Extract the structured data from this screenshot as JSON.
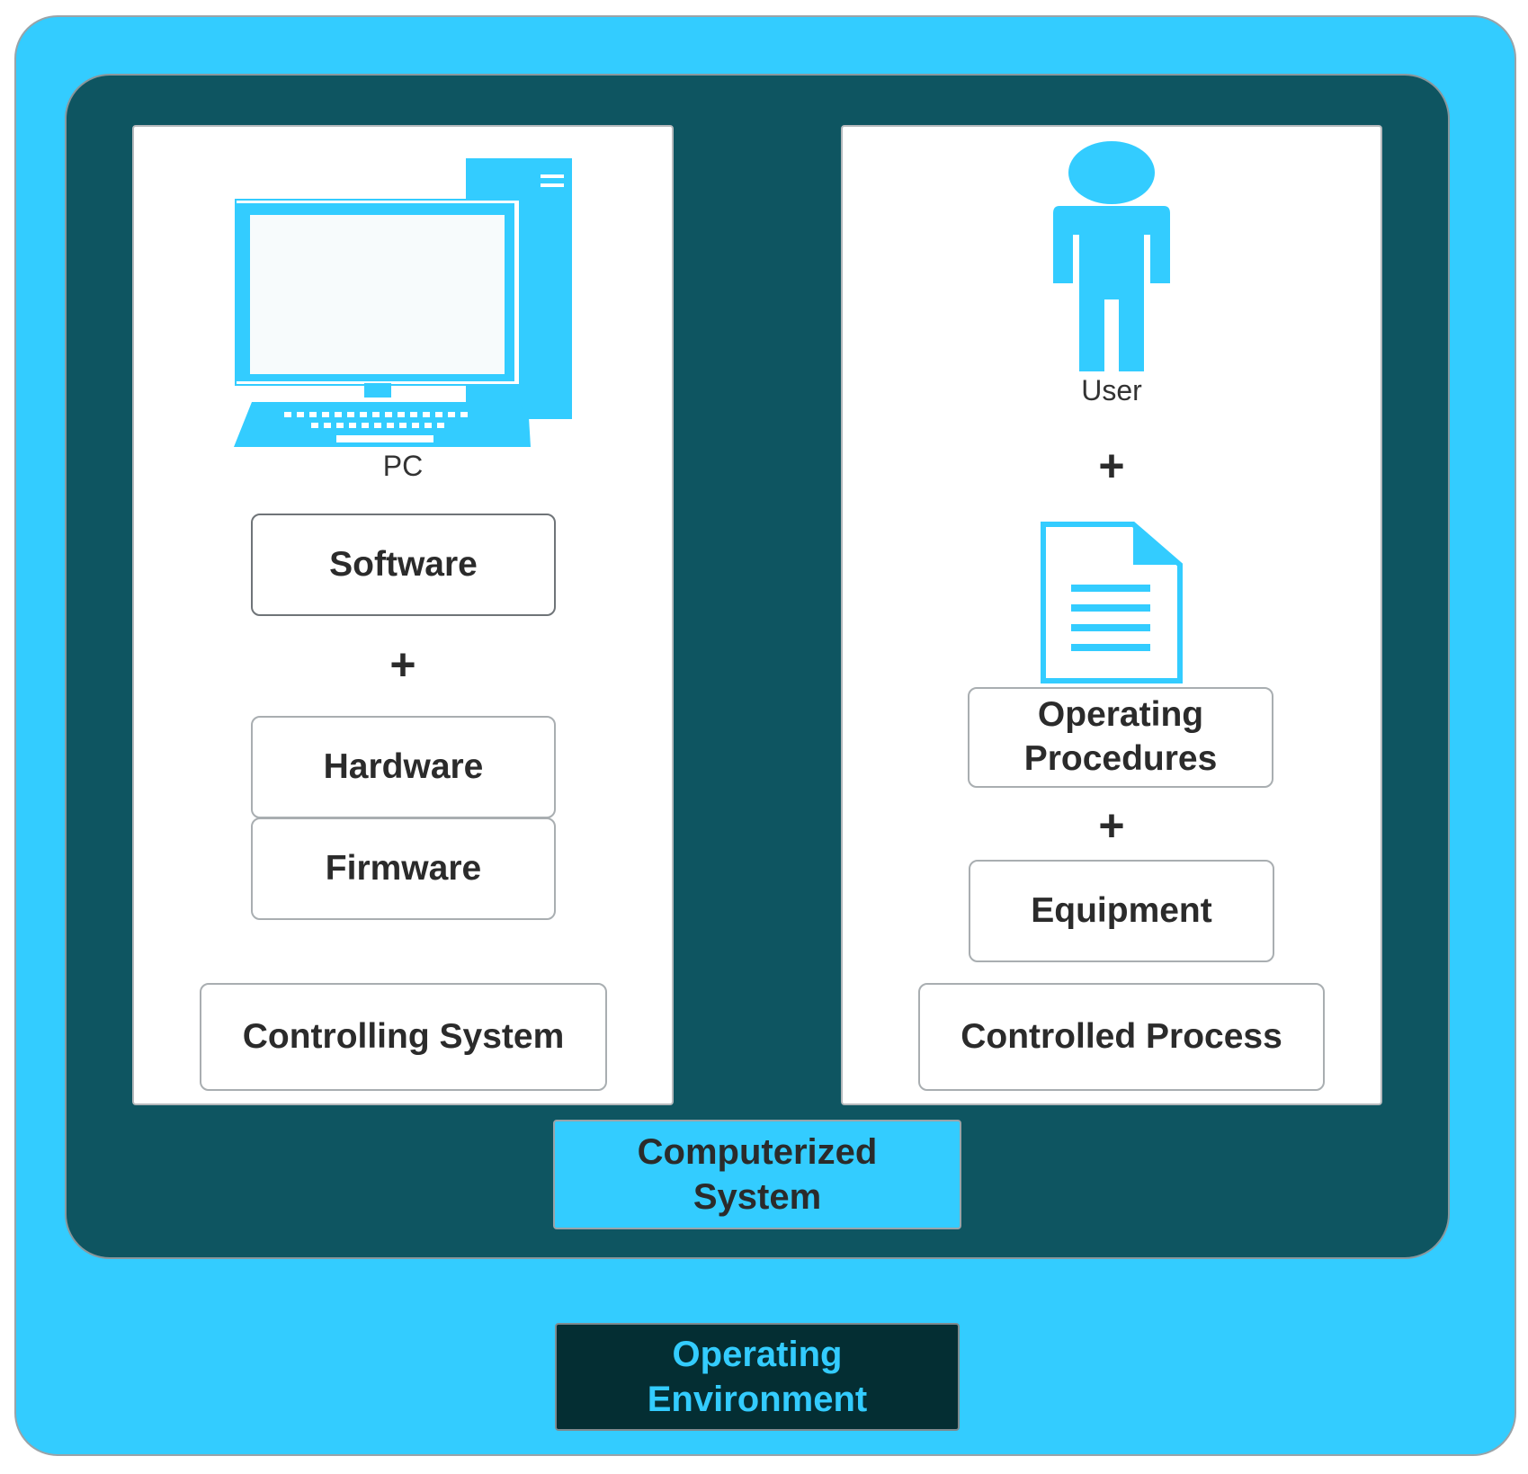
{
  "diagram": {
    "colors": {
      "outer": "#33CCFF",
      "inner": "#0E5561",
      "icon": "#33CCFF",
      "operating_environment_bg": "#042E33"
    },
    "left_panel": {
      "icon": "pc-icon",
      "icon_caption": "PC",
      "software": "Software",
      "plus": "+",
      "hardware": "Hardware",
      "firmware": "Firmware",
      "controlling_system": "Controlling System"
    },
    "right_panel": {
      "icon": "user-icon",
      "icon_caption": "User",
      "plus_1": "+",
      "document_icon": "document-icon",
      "operating_procedures_line1": "Operating",
      "operating_procedures_line2": "Procedures",
      "plus_2": "+",
      "equipment": "Equipment",
      "controlled_process": "Controlled Process"
    },
    "computerized_system_line1": "Computerized",
    "computerized_system_line2": "System",
    "operating_environment_line1": "Operating",
    "operating_environment_line2": "Environment"
  }
}
